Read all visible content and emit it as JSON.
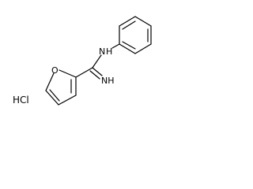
{
  "molecule": {
    "atoms": {
      "nh_amine": "N",
      "h_amine": "H",
      "nh_imine": "NH",
      "o_furan": "O"
    },
    "salt": "HCl"
  },
  "colors": {
    "bond": "#000000",
    "text": "#000000",
    "background": "#ffffff"
  }
}
